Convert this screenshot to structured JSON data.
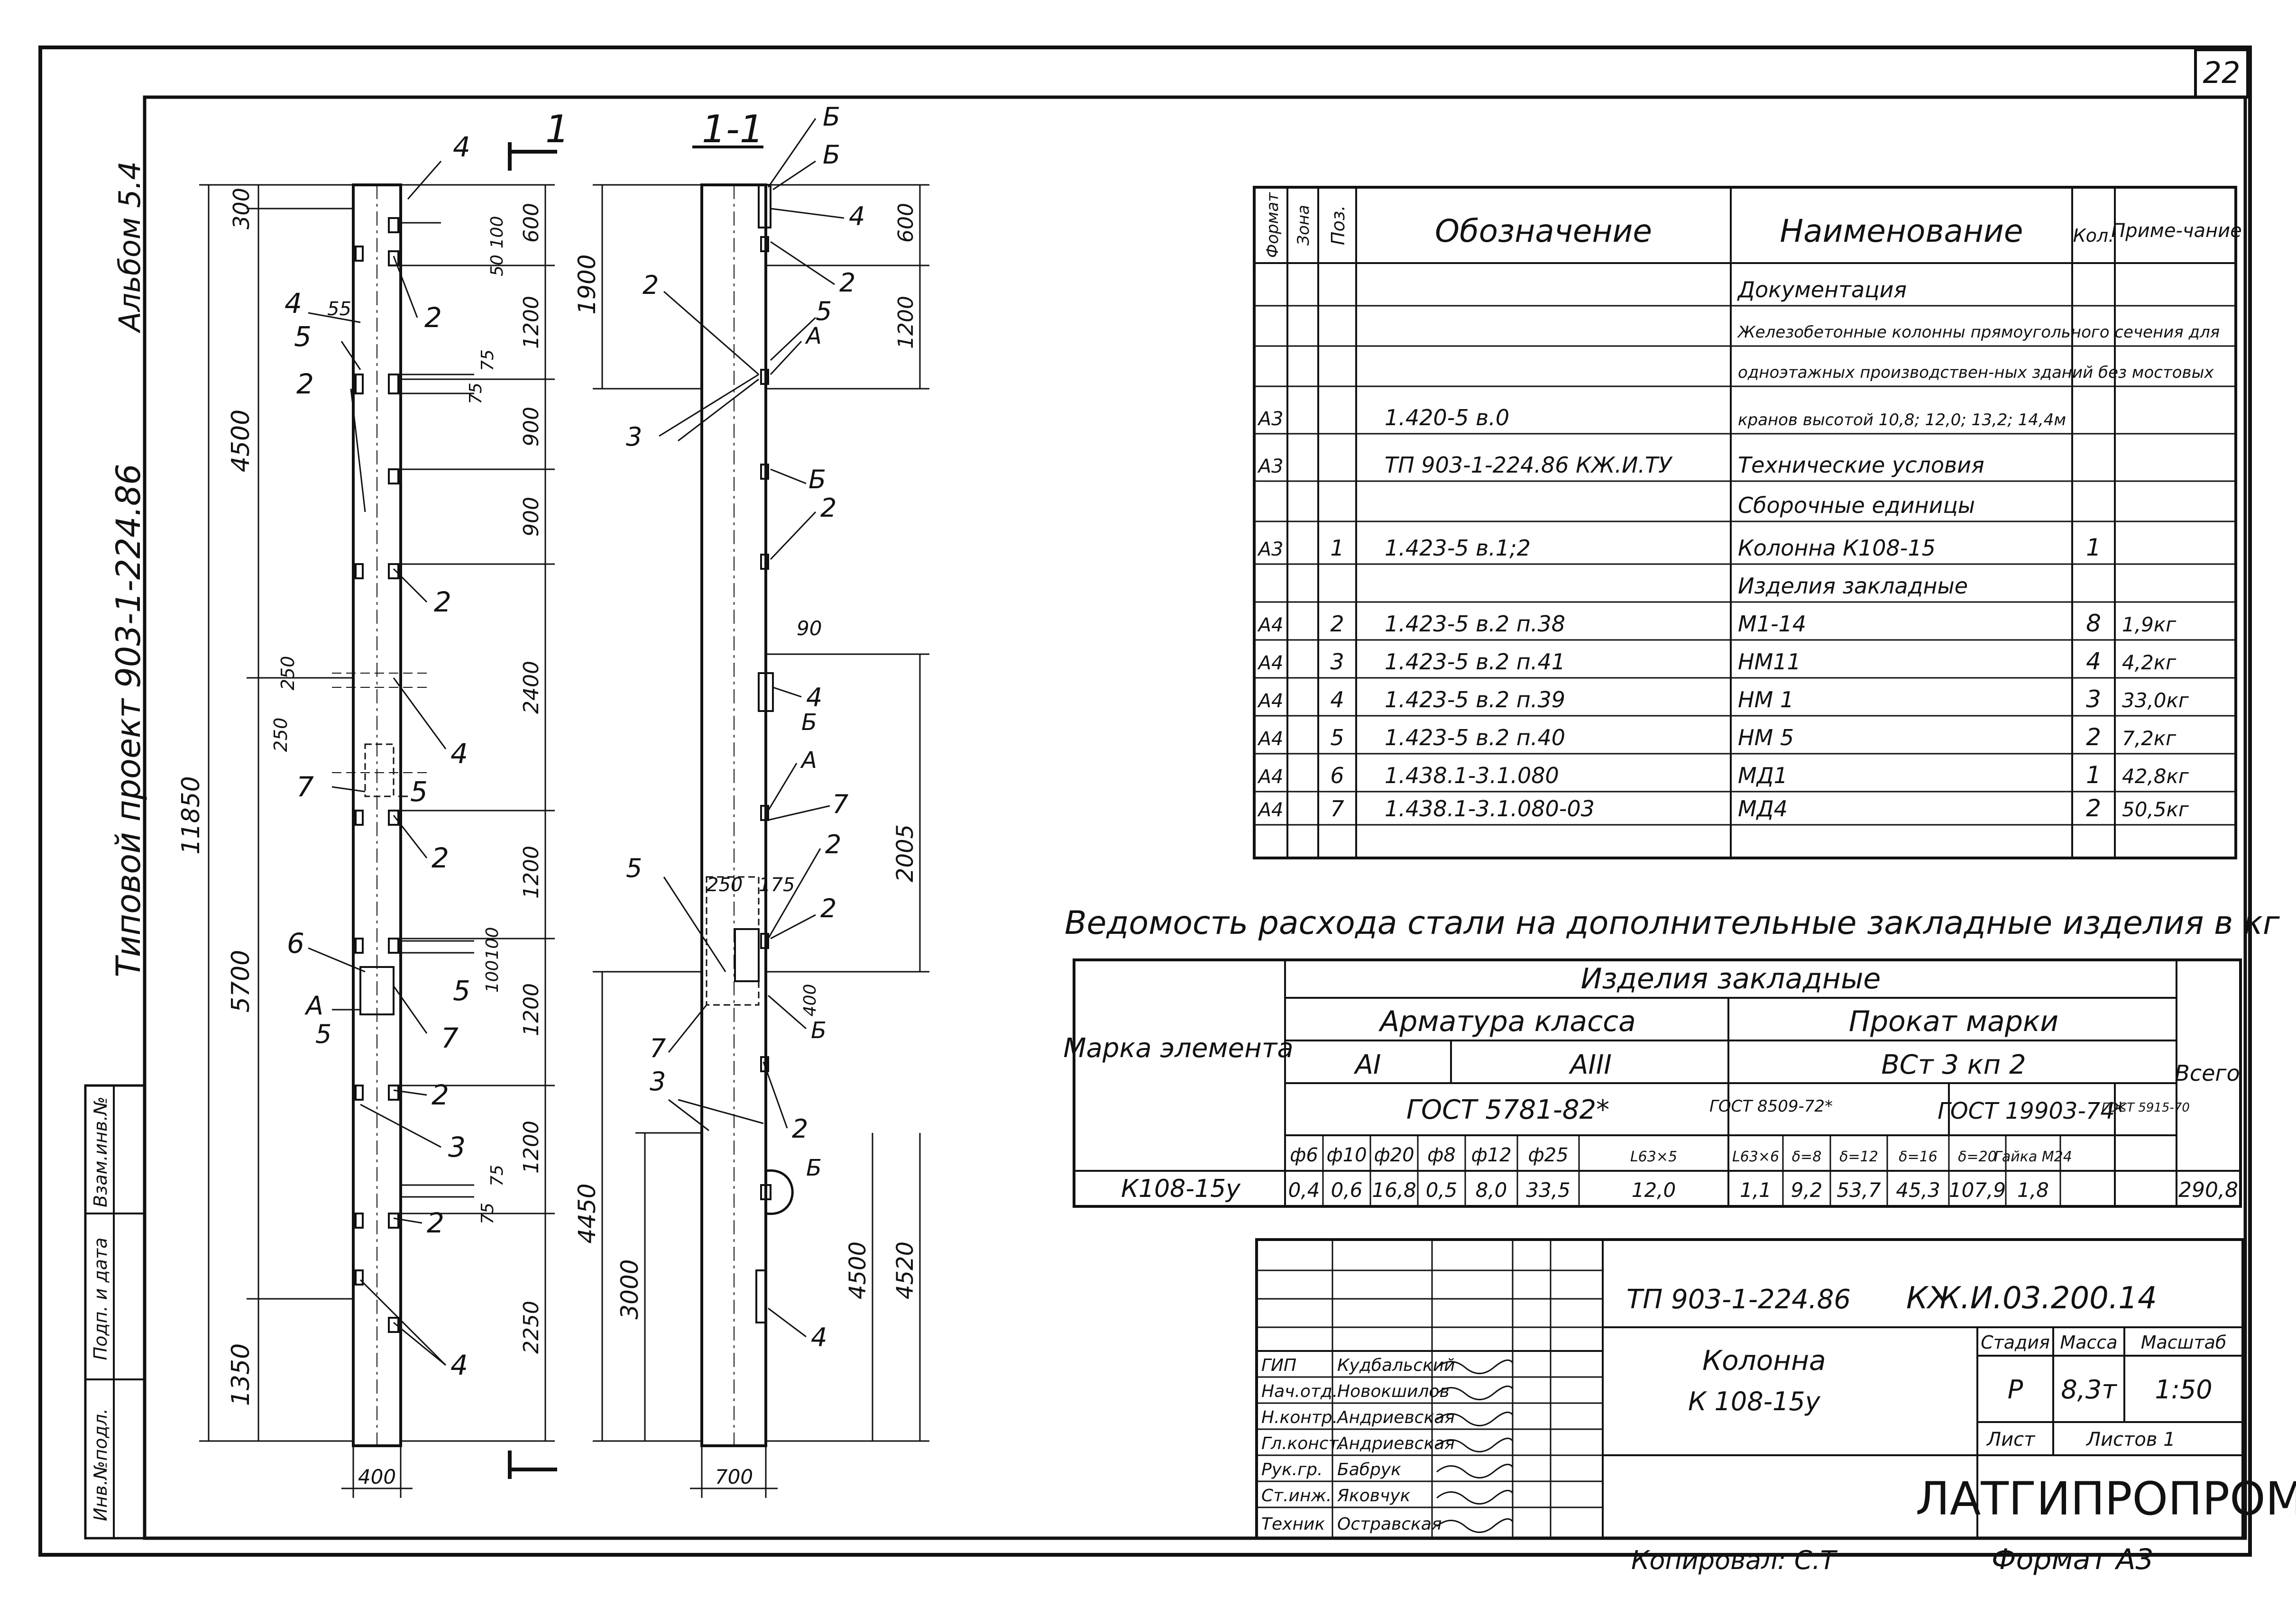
{
  "sheet_number": "22",
  "album": "Альбом 5.4",
  "project": "Типовой проект 903-1-224.86",
  "left_margin": [
    "Инв.№подл.",
    "Подп. и дата",
    "Взам.инв.№"
  ],
  "drawing": {
    "view_front": "1",
    "view_section": "1-1",
    "front_dims_left": [
      "300",
      "4500",
      "5700",
      "1350",
      "11850"
    ],
    "front_dims_right": [
      "600",
      "1200",
      "900",
      "900",
      "2400",
      "1200",
      "1200",
      "1200",
      "2250"
    ],
    "front_small": [
      "100",
      "50",
      "75",
      "75",
      "250",
      "250",
      "55",
      "100",
      "100",
      "75",
      "75"
    ],
    "front_bottom": "400",
    "front_callouts": [
      "4",
      "4",
      "5",
      "2",
      "2",
      "2",
      "4",
      "7",
      "5",
      "2",
      "6",
      "A",
      "5",
      "5",
      "7",
      "2",
      "3",
      "2",
      "4"
    ],
    "section_dims_left": [
      "1900",
      "4450",
      "3000"
    ],
    "section_dims_right": [
      "600",
      "1200",
      "2005",
      "4500",
      "4520"
    ],
    "section_small": [
      "90",
      "250",
      "175",
      "400"
    ],
    "section_bottom": "700",
    "section_callouts": [
      "Б",
      "Б",
      "4",
      "2",
      "2",
      "5",
      "A",
      "3",
      "Б",
      "2",
      "4",
      "Б",
      "A",
      "7",
      "2",
      "5",
      "2",
      "Б",
      "7",
      "3",
      "2",
      "Б",
      "4"
    ]
  },
  "spec": {
    "headers": [
      "Формат",
      "Зона",
      "Поз.",
      "Обозначение",
      "Наименование",
      "Кол.",
      "Приме-чание"
    ],
    "rows": [
      {
        "fmt": "",
        "pos": "",
        "des": "",
        "name": "Документация",
        "qty": "",
        "note": ""
      },
      {
        "fmt": "",
        "pos": "",
        "des": "",
        "name": "Железобетонные колонны прямоугольного сечения для",
        "qty": "",
        "note": ""
      },
      {
        "fmt": "",
        "pos": "",
        "des": "",
        "name": "одноэтажных производствен-ных зданий без мостовых",
        "qty": "",
        "note": ""
      },
      {
        "fmt": "А3",
        "pos": "",
        "des": "1.420-5 в.0",
        "name": "кранов высотой 10,8; 12,0; 13,2; 14,4м",
        "qty": "",
        "note": ""
      },
      {
        "fmt": "А3",
        "pos": "",
        "des": "ТП 903-1-224.86 КЖ.И.ТУ",
        "name": "Технические условия",
        "qty": "",
        "note": ""
      },
      {
        "fmt": "",
        "pos": "",
        "des": "",
        "name": "Сборочные единицы",
        "qty": "",
        "note": ""
      },
      {
        "fmt": "А3",
        "pos": "1",
        "des": "1.423-5 в.1;2",
        "name": "Колонна К108-15",
        "qty": "1",
        "note": ""
      },
      {
        "fmt": "",
        "pos": "",
        "des": "",
        "name": "Изделия закладные",
        "qty": "",
        "note": ""
      },
      {
        "fmt": "А4",
        "pos": "2",
        "des": "1.423-5 в.2 п.38",
        "name": "М1-14",
        "qty": "8",
        "note": "1,9кг"
      },
      {
        "fmt": "А4",
        "pos": "3",
        "des": "1.423-5 в.2 п.41",
        "name": "НМ11",
        "qty": "4",
        "note": "4,2кг"
      },
      {
        "fmt": "А4",
        "pos": "4",
        "des": "1.423-5 в.2 п.39",
        "name": "НМ 1",
        "qty": "3",
        "note": "33,0кг"
      },
      {
        "fmt": "А4",
        "pos": "5",
        "des": "1.423-5 в.2 п.40",
        "name": "НМ 5",
        "qty": "2",
        "note": "7,2кг"
      },
      {
        "fmt": "А4",
        "pos": "6",
        "des": "1.438.1-3.1.080",
        "name": "МД1",
        "qty": "1",
        "note": "42,8кг"
      },
      {
        "fmt": "А4",
        "pos": "7",
        "des": "1.438.1-3.1.080-03",
        "name": "МД4",
        "qty": "2",
        "note": "50,5кг"
      },
      {
        "fmt": "",
        "pos": "",
        "des": "",
        "name": "",
        "qty": "",
        "note": ""
      }
    ]
  },
  "steel": {
    "title": "Ведомость расхода стали на дополнительные закладные изделия в кг",
    "mark_header": "Марка элемента",
    "group": "Изделия закладные",
    "rebar": "Арматура класса",
    "rolled": "Прокат марки",
    "cls1": "AI",
    "cls3": "AIII",
    "vst": "ВСт 3 кп 2",
    "gost_rebar": "ГОСТ 5781-82*",
    "gost_8509": "ГОСТ 8509-72*",
    "gost_19903": "ГОСТ 19903-74*",
    "gost_5915": "ГОСТ 5915-70",
    "total_header": "Всего",
    "cols": [
      "ф6",
      "ф10",
      "ф20",
      "ф8",
      "ф12",
      "ф25",
      "L63×5",
      "L63×6",
      "δ=8",
      "δ=12",
      "δ=16",
      "δ=20",
      "Гайка М24"
    ],
    "mark": "К108-15у",
    "values": [
      "0,4",
      "0,6",
      "16,8",
      "0,5",
      "8,0",
      "33,5",
      "12,0",
      "1,1",
      "9,2",
      "53,7",
      "45,3",
      "107,9",
      "1,8"
    ],
    "total": "290,8"
  },
  "stamp": {
    "code_left": "ТП 903-1-224.86",
    "code_right": "КЖ.И.03.200.14",
    "roles": [
      "ГИП",
      "Нач.отд.",
      "Н.контр.",
      "Гл.конст.",
      "Рук.гр.",
      "Ст.инж.",
      "Техник"
    ],
    "names": [
      "Кудбальский",
      "Новокшилов",
      "Андриевская",
      "Андриевская",
      "Бабрук",
      "Яковчук",
      "Остравская"
    ],
    "title_1": "Колонна",
    "title_2": "К 108-15у",
    "stage_header": "Стадия",
    "mass_header": "Масса",
    "scale_header": "Масштаб",
    "stage": "Р",
    "mass": "8,3т",
    "scale": "1:50",
    "sheet_label": "Лист",
    "sheets_label": "Листов 1",
    "org": "ЛАТГИПРОПРОМ"
  },
  "copied_by": "Копировал: С.Т",
  "format": "Формат А3"
}
